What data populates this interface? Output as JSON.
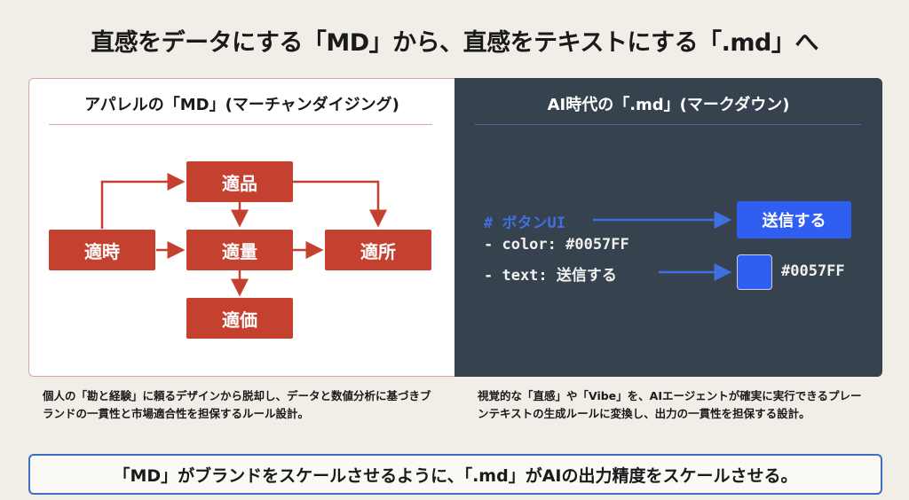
{
  "title": "直感をデータにする「MD」から、直感をテキストにする「.md」へ",
  "left": {
    "heading": "アパレルの「MD」(マーチャンダイジング)",
    "boxes": {
      "product": "適品",
      "time": "適時",
      "quantity": "適量",
      "place": "適所",
      "price": "適価"
    },
    "description": "個人の「勘と経験」に頼るデザインから脱却し、データと数値分析に基づきブランドの一貫性と市場適合性を担保するルール設計。"
  },
  "right": {
    "heading": "AI時代の「.md」(マークダウン)",
    "code": {
      "line1": "# ボタンUI",
      "line2": "- color: #0057FF",
      "line3": "- text: 送信する"
    },
    "button_label": "送信する",
    "swatch_label": "#0057FF",
    "swatch_color": "#2f5ef0",
    "description": "視覚的な「直感」や「Vibe」を、AIエージェントが確実に実行できるプレーンテキストの生成ルールに変換し、出力の一貫性を担保する設計。"
  },
  "bottom": "「MD」がブランドをスケールさせるように、「.md」がAIの出力精度をスケールさせる。"
}
